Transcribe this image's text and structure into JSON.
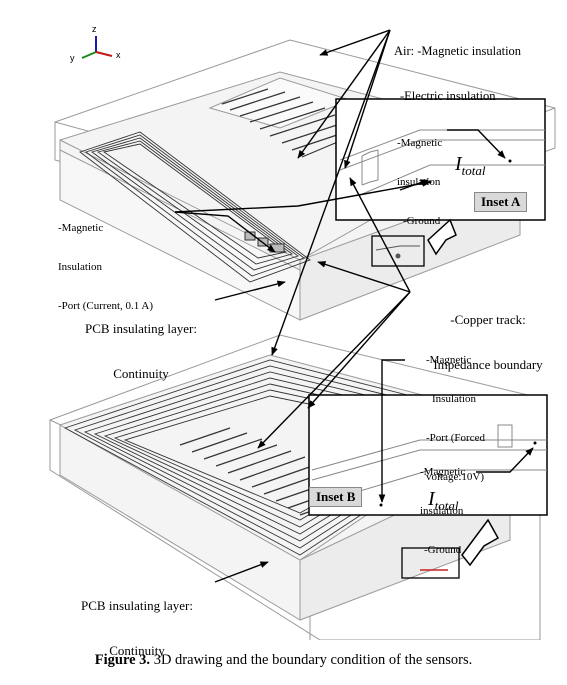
{
  "axes": {
    "x": "x",
    "y": "y",
    "z": "z"
  },
  "labels": {
    "air_line1": "Air: -Magnetic insulation",
    "air_line2": "-Electric insulation",
    "insetA_mag1": "-Magnetic",
    "insetA_mag2": "insulation",
    "insetA_ground": "-Ground",
    "insetA_title": "Inset A",
    "left_port_line1": "-Magnetic",
    "left_port_line2": "Insulation",
    "left_port_line3": "-Port (Current, 0.1 A)",
    "copper_line1": "-Copper track:",
    "copper_line2": "Impedance boundary",
    "pcb_top_line1": "PCB insulating layer:",
    "pcb_top_line2": "Continuity",
    "insetB_port_line1": "-Magnetic",
    "insetB_port_line2": "Insulation",
    "insetB_port_line3": "-Port (Forced",
    "insetB_port_line4": "voltage:10V)",
    "insetB_mag1": "-Magnetic",
    "insetB_mag2": "insulation",
    "insetB_ground": "-Ground",
    "insetB_title": "Inset B",
    "pcb_bottom_line1": "PCB insulating layer:",
    "pcb_bottom_line2": "Continuity",
    "itotal_main": "I",
    "itotal_sub": "total"
  },
  "caption": {
    "figure": "Figure 3.",
    "text": " 3D drawing and the boundary condition of the sensors."
  }
}
